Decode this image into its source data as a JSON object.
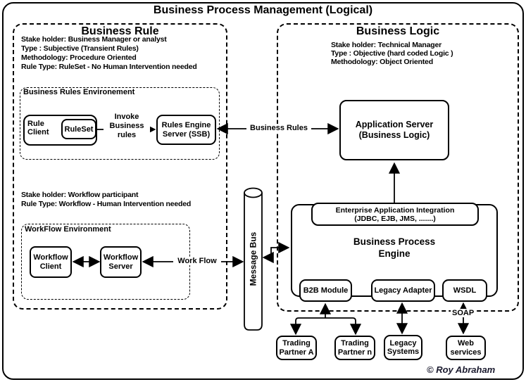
{
  "title": "Business Process Management (Logical)",
  "copyright": "© Roy Abraham",
  "colors": {
    "line": "#000000",
    "background": "#ffffff",
    "copyright_text": "#1a1a2e"
  },
  "business_rule": {
    "title": "Business Rule",
    "stats": {
      "stake_holder": "Stake holder: Business Manager or analyst",
      "type": "Type : Subjective (Transient Rules)",
      "methodology": "Methodology: Procedure Oriented",
      "rule_type": "Rule Type: RuleSet - No Human Intervention needed"
    },
    "rules_environment": {
      "label": "Business Rules Environement",
      "rule_client": "Rule\nClient",
      "ruleset": "RuleSet",
      "invoke_label": "Invoke\nBusiness\nrules",
      "rules_engine_server": "Rules Engine\nServer (SSB)"
    },
    "workflow_stats": {
      "stake_holder": "Stake holder: Workflow participant",
      "rule_type": "Rule Type: Workflow - Human Intervention needed"
    },
    "workflow_environment": {
      "label": "WorkFlow Environment",
      "workflow_client": "Workflow\nClient",
      "workflow_server": "Workflow\nServer"
    },
    "work_flow_label": "Work Flow"
  },
  "message_bus": {
    "label": "Message Bus"
  },
  "business_logic": {
    "title": "Business Logic",
    "stats": {
      "stake_holder": "Stake holder: Technical Manager",
      "type": "Type : Objective (hard coded Logic )",
      "methodology": "Methodology: Object Oriented"
    },
    "business_rules_label": "Business Rules",
    "application_server": "Application Server\n(Business Logic)",
    "process_engine": {
      "eai": "Enterprise Application Integration\n(JDBC, EJB, JMS, .......)",
      "name": "Business Process\nEngine",
      "b2b_module": "B2B Module",
      "legacy_adapter": "Legacy Adapter",
      "wsdl": "WSDL"
    },
    "soap_label": "SOAP",
    "externals": {
      "trading_partner_a": "Trading\nPartner A",
      "trading_partner_n": "Trading\nPartner n",
      "legacy_systems": "Legacy\nSystems",
      "web_services": "Web\nservices"
    }
  }
}
